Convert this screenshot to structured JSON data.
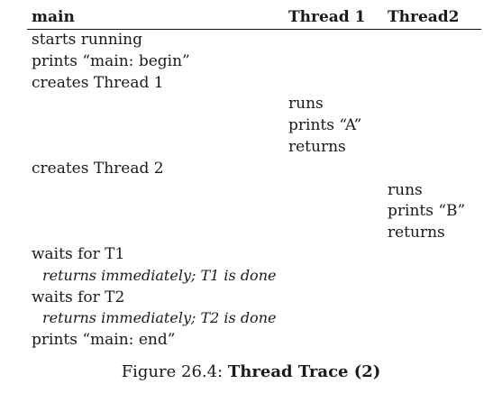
{
  "table": {
    "headers": {
      "main": "main",
      "thread1": "Thread 1",
      "thread2": "Thread2"
    },
    "rows": [
      {
        "main": "starts running",
        "thread1": "",
        "thread2": ""
      },
      {
        "main": "prints “main: begin”",
        "thread1": "",
        "thread2": ""
      },
      {
        "main": "creates Thread 1",
        "thread1": "",
        "thread2": ""
      },
      {
        "main": "",
        "thread1": "runs",
        "thread2": ""
      },
      {
        "main": "",
        "thread1": "prints “A”",
        "thread2": ""
      },
      {
        "main": "",
        "thread1": "returns",
        "thread2": ""
      },
      {
        "main": "creates Thread 2",
        "thread1": "",
        "thread2": ""
      },
      {
        "main": "",
        "thread1": "",
        "thread2": "runs"
      },
      {
        "main": "",
        "thread1": "",
        "thread2": "prints “B”"
      },
      {
        "main": "",
        "thread1": "",
        "thread2": "returns"
      },
      {
        "main": "waits for T1",
        "thread1": "",
        "thread2": ""
      },
      {
        "main": "returns immediately; T1 is done",
        "thread1": "",
        "thread2": "",
        "note": true
      },
      {
        "main": "waits for T2",
        "thread1": "",
        "thread2": ""
      },
      {
        "main": "returns immediately; T2 is done",
        "thread1": "",
        "thread2": "",
        "note": true
      },
      {
        "main": "prints “main: end”",
        "thread1": "",
        "thread2": ""
      }
    ]
  },
  "caption": {
    "prefix": "Figure 26.4: ",
    "title": "Thread Trace (2)"
  }
}
